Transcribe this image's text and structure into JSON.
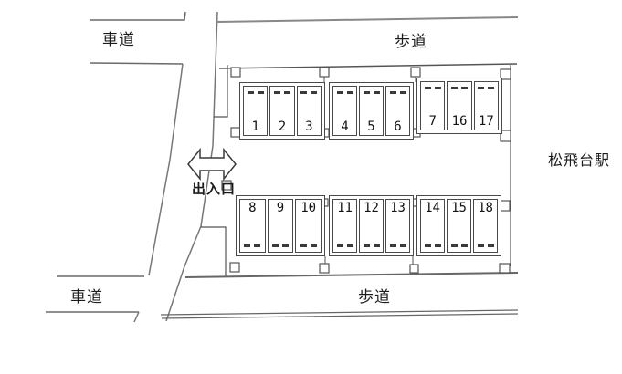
{
  "diagram": {
    "title_hint": "parking-lot-layout",
    "labels": {
      "road_top": "車道",
      "road_bottom": "車道",
      "sidewalk_top": "歩道",
      "sidewalk_bottom": "歩道",
      "entrance": "出入口",
      "station": "松飛台駅"
    },
    "entrance_arrow": "left-right-arrow",
    "colors": {
      "line": "#4a4a4a",
      "light_line": "#777777",
      "text": "#1c1c1c",
      "background": "#ffffff"
    },
    "parking": {
      "top_groups": [
        {
          "stalls": [
            "1",
            "2",
            "3"
          ]
        },
        {
          "stalls": [
            "4",
            "5",
            "6"
          ]
        },
        {
          "stalls": [
            "7",
            "16",
            "17"
          ]
        }
      ],
      "bottom_groups": [
        {
          "stalls": [
            "8",
            "9",
            "10"
          ]
        },
        {
          "stalls": [
            "11",
            "12",
            "13"
          ]
        },
        {
          "stalls": [
            "14",
            "15",
            "18"
          ]
        }
      ]
    }
  }
}
